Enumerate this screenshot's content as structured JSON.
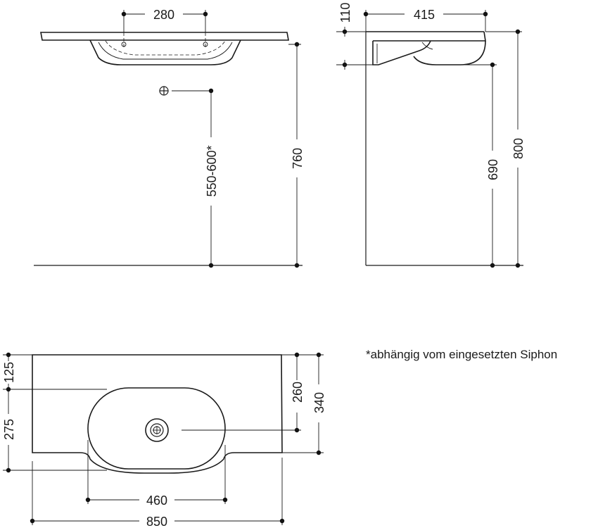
{
  "front_view": {
    "dim_tap_spacing": "280",
    "dim_drain_height": "550-600*",
    "dim_rim_height": "760"
  },
  "side_view": {
    "dim_depth": "415",
    "dim_rim_thickness": "110",
    "dim_bottom_height": "690",
    "dim_total_height": "800"
  },
  "plan_view": {
    "dim_back_to_bowl": "125",
    "dim_bowl_to_front": "275",
    "dim_back_to_drain": "260",
    "dim_overall_depth": "340",
    "dim_bowl_width": "460",
    "dim_overall_width": "850"
  },
  "footnote": "*abhängig vom eingesetzten Siphon",
  "colors": {
    "ink": "#1a1a1a",
    "background": "#ffffff"
  }
}
